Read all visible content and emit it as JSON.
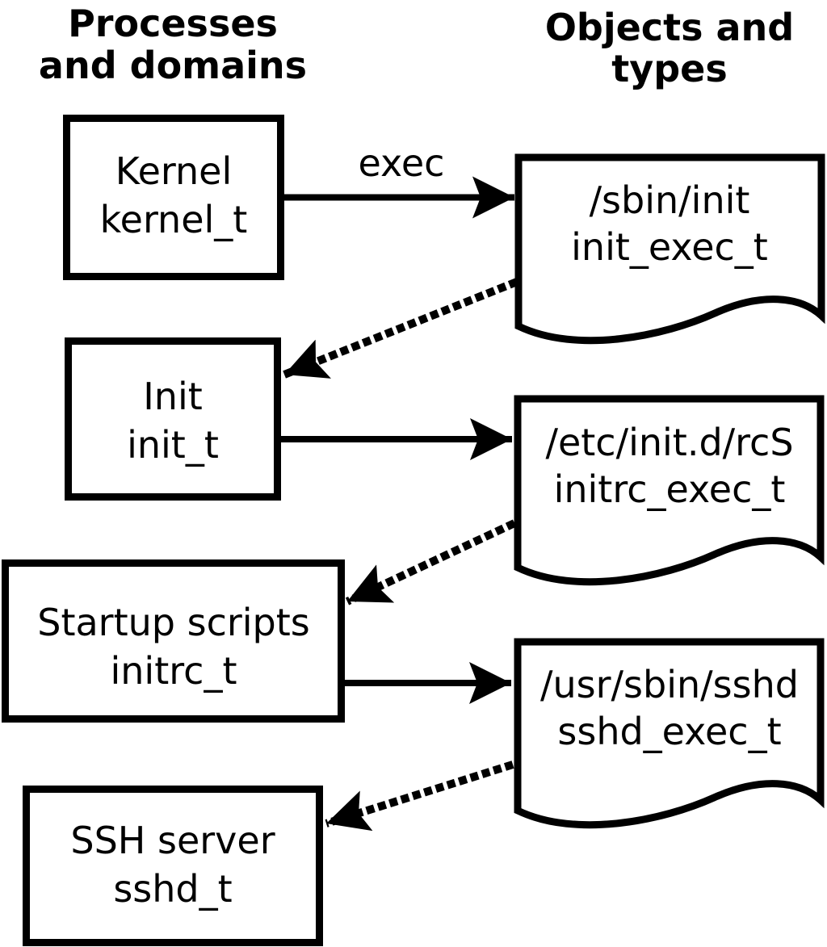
{
  "headers": {
    "left": {
      "line1": "Processes",
      "line2": "and domains"
    },
    "right": {
      "line1": "Objects and",
      "line2": "types"
    }
  },
  "processes": [
    {
      "name": "Kernel",
      "domain": "kernel_t"
    },
    {
      "name": "Init",
      "domain": "init_t"
    },
    {
      "name": "Startup scripts",
      "domain": "initrc_t"
    },
    {
      "name": "SSH server",
      "domain": "sshd_t"
    }
  ],
  "objects": [
    {
      "path": "/sbin/init",
      "type": "init_exec_t"
    },
    {
      "path": "/etc/init.d/rcS",
      "type": "initrc_exec_t"
    },
    {
      "path": "/usr/sbin/sshd",
      "type": "sshd_exec_t"
    }
  ],
  "labels": {
    "exec": "exec"
  },
  "colors": {
    "stroke": "#000000",
    "background": "#ffffff"
  }
}
